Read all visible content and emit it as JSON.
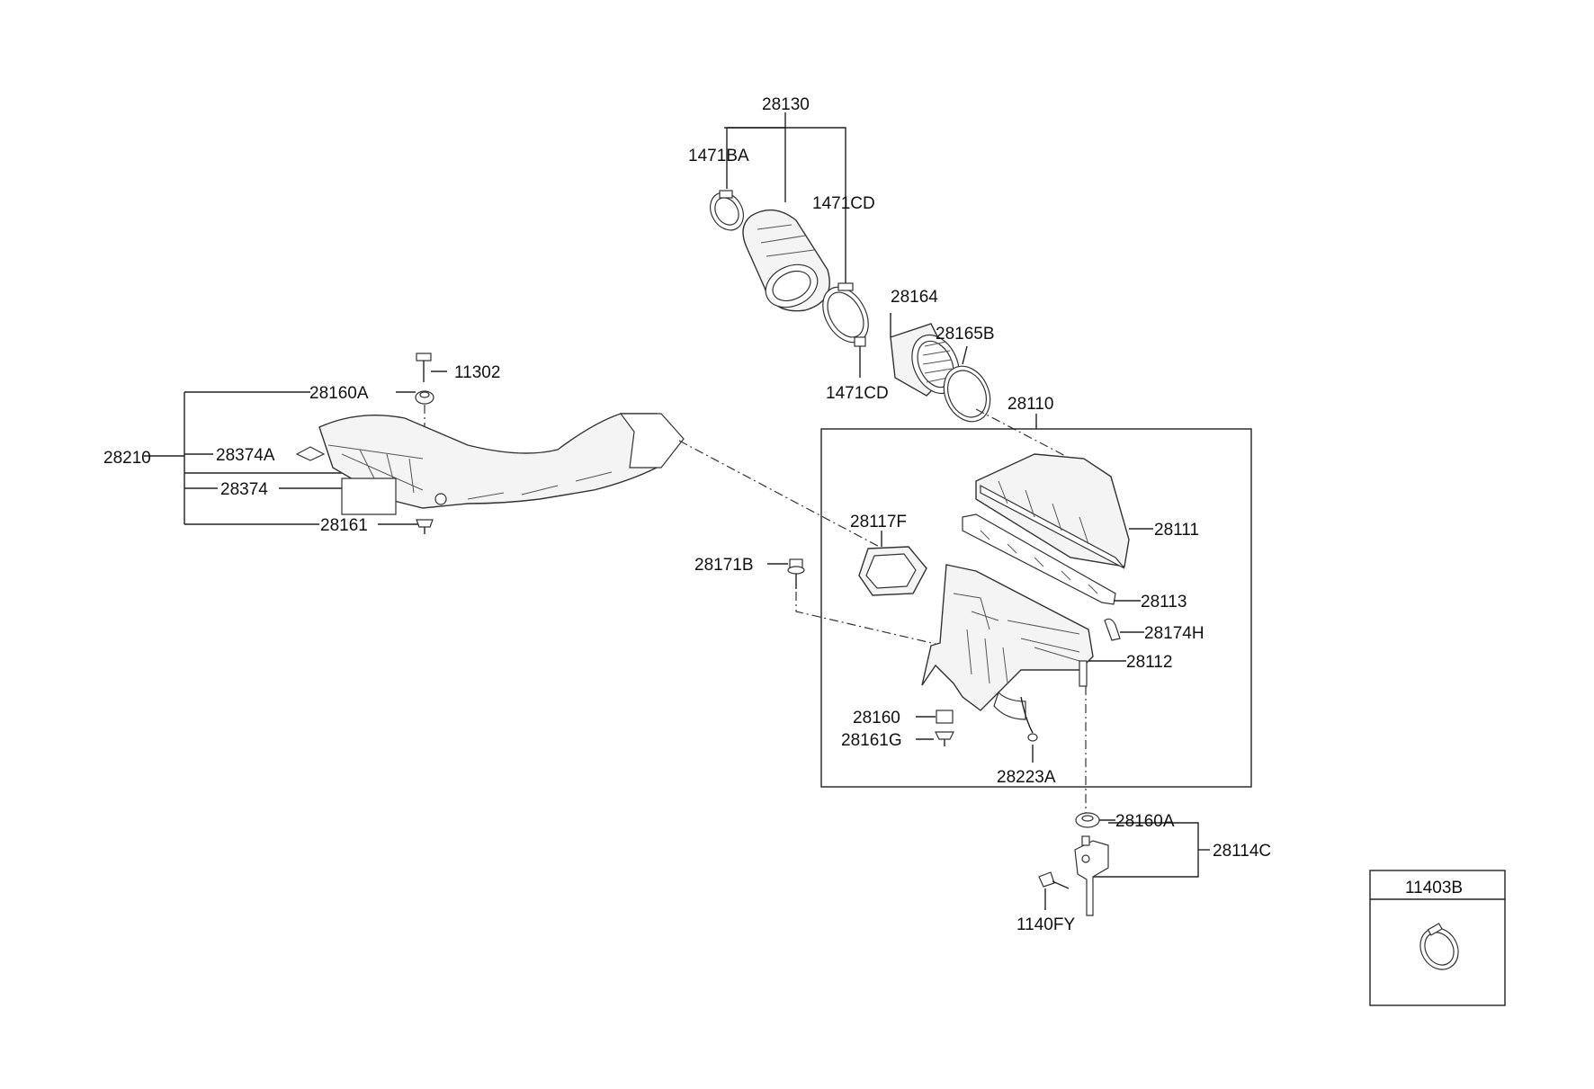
{
  "labels": {
    "p28130": "28130",
    "p1471BA": "1471BA",
    "p1471CD_top": "1471CD",
    "p28164": "28164",
    "p28165B": "28165B",
    "p1471CD_bot": "1471CD",
    "p11302": "11302",
    "p28160A_left": "28160A",
    "p28210": "28210",
    "p28374A": "28374A",
    "p28374": "28374",
    "p28161": "28161",
    "p28110": "28110",
    "p28111": "28111",
    "p28117F": "28117F",
    "p28171B": "28171B",
    "p28113": "28113",
    "p28174H": "28174H",
    "p28112": "28112",
    "p28160": "28160",
    "p28161G": "28161G",
    "p28223A": "28223A",
    "p28160A_right": "28160A",
    "p28114C": "28114C",
    "p1140FY": "1140FY",
    "p11403B": "11403B"
  },
  "colors": {
    "line": "#222222",
    "part_fill": "#f4f4f4",
    "background": "#ffffff"
  }
}
